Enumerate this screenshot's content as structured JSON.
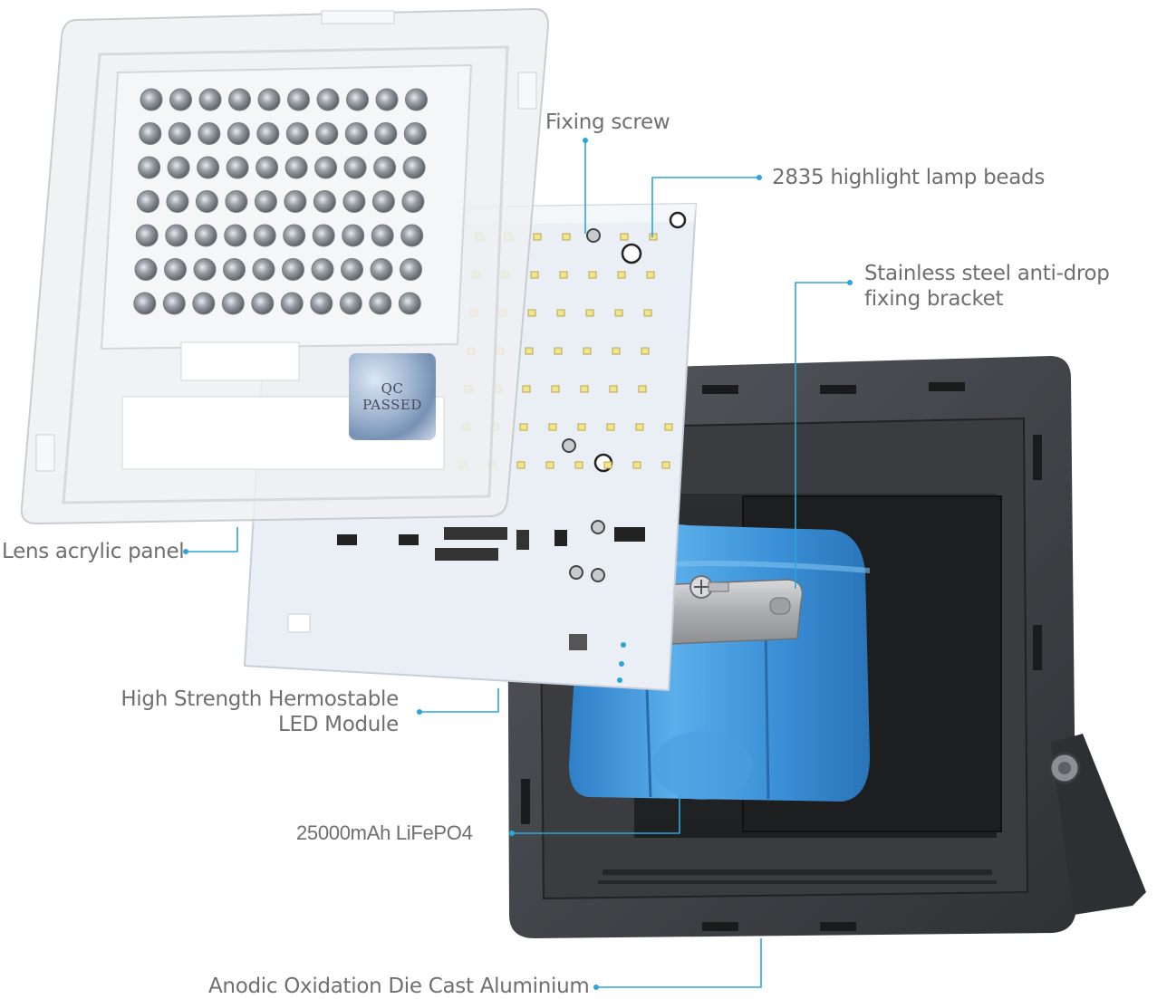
{
  "labels": {
    "fixing_screw": "Fixing screw",
    "lamp_beads": "2835 highlight lamp beads",
    "bracket_line1": "Stainless steel anti-drop",
    "bracket_line2": "fixing bracket",
    "lens_panel": "Lens acrylic panel",
    "led_module_line1": "High Strength Hermostable",
    "led_module_line2": "LED Module",
    "battery": "25000mAh LiFePO4",
    "housing": "Anodic Oxidation Die Cast Aluminium"
  },
  "badge": {
    "line1": "QC",
    "line2": "PASSED"
  },
  "colors": {
    "callout": "#2aa7d8",
    "label_text": "#6f6f6f",
    "battery": "#3a8fd6",
    "housing": "#3d3f43",
    "pcb": "#e9eff5",
    "lens": "#eef0f2"
  }
}
